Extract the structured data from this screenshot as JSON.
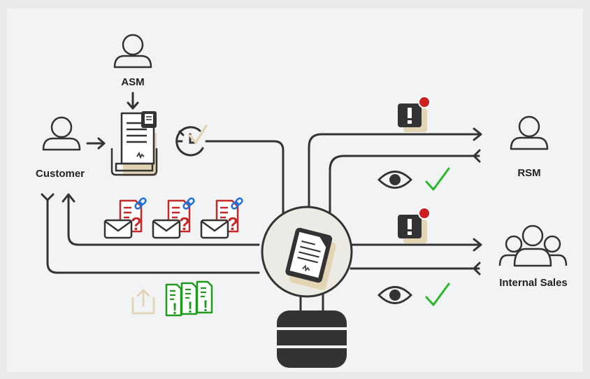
{
  "actors": {
    "asm": {
      "label": "ASM"
    },
    "customer": {
      "label": "Customer"
    },
    "rsm": {
      "label": "RSM"
    },
    "internal_sales": {
      "label": "Internal Sales"
    }
  },
  "colors": {
    "ink": "#333333",
    "alert_red": "#cc1f1f",
    "doc_red": "#c62828",
    "doc_green": "#1f9a1f",
    "link_blue": "#1e6fd9",
    "check_green": "#2db52d",
    "tan_shadow": "#e3d5b4",
    "hub_fill": "#eceae4"
  },
  "icons": [
    "user-icon",
    "group-icon",
    "document-tray-icon",
    "clock-check-icon",
    "alert-badge-icon",
    "eye-icon",
    "check-icon",
    "email-icon",
    "question-document-icon",
    "link-icon",
    "upload-icon",
    "exclamation-documents-icon",
    "database-icon",
    "signed-document-icon"
  ]
}
